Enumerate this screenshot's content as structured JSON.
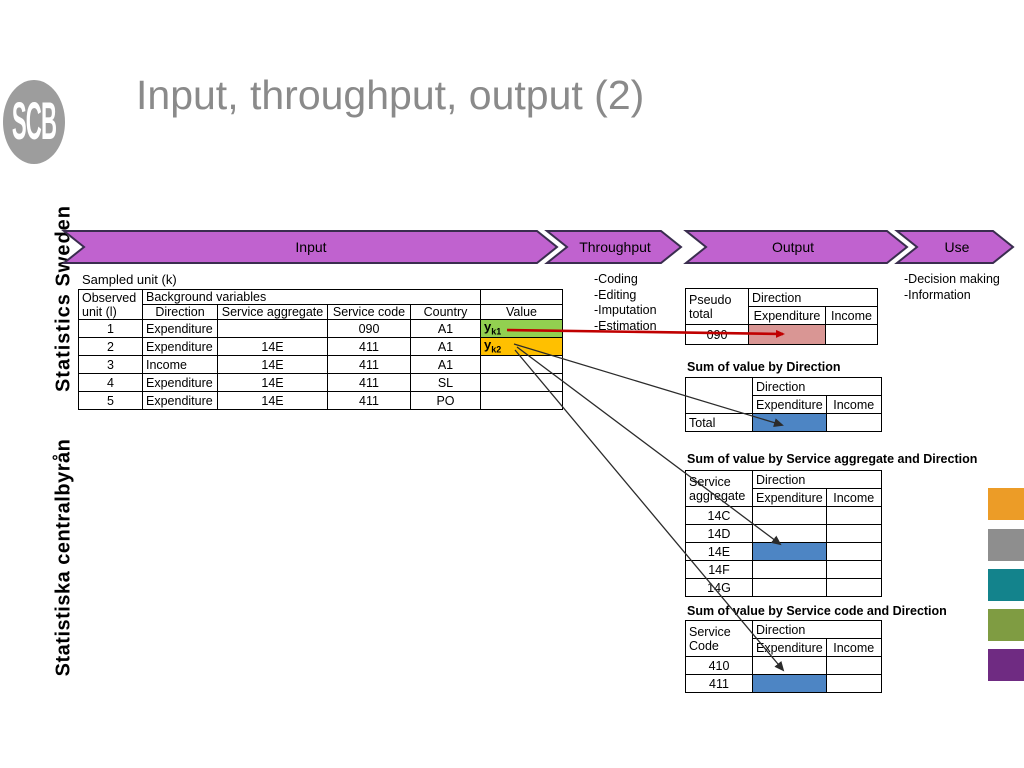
{
  "slide": {
    "title": "Input, throughput, output (2)"
  },
  "logo": {
    "text": "SCB"
  },
  "branding": {
    "vertical_top": "Statistics Sweden",
    "vertical_bottom": "Statistiska centralbyrån"
  },
  "process_flow": {
    "fill": "#c062cf",
    "border": "#3a2d4f",
    "steps": [
      "Input",
      "Throughput",
      "Output",
      "Use"
    ]
  },
  "annotations": {
    "sampled_unit_label": "Sampled unit (k)",
    "throughput_items": [
      "-Coding",
      "-Editing",
      "-Imputation",
      "-Estimation"
    ],
    "use_items": [
      "-Decision making",
      "-Information"
    ]
  },
  "main_table": {
    "header": {
      "observed_unit": [
        "Observed",
        "unit (l)"
      ],
      "background_variables": "Background variables",
      "columns": [
        "Direction",
        "Service aggregate",
        "Service code",
        "Country"
      ],
      "value": "Value"
    },
    "rows": [
      {
        "unit": "1",
        "direction": "Expenditure",
        "aggregate": "",
        "code": "090",
        "country": "A1",
        "value": {
          "base": "y",
          "sub": "k1"
        },
        "value_bg": "#92d050"
      },
      {
        "unit": "2",
        "direction": "Expenditure",
        "aggregate": "14E",
        "code": "411",
        "country": "A1",
        "value": {
          "base": "y",
          "sub": "k2"
        },
        "value_bg": "#ffc000"
      },
      {
        "unit": "3",
        "direction": "Income",
        "aggregate": "14E",
        "code": "411",
        "country": "A1"
      },
      {
        "unit": "4",
        "direction": "Expenditure",
        "aggregate": "14E",
        "code": "411",
        "country": "SL"
      },
      {
        "unit": "5",
        "direction": "Expenditure",
        "aggregate": "14E",
        "code": "411",
        "country": "PO"
      }
    ]
  },
  "pseudo_table": {
    "col1": [
      "Pseudo",
      "total"
    ],
    "direction": "Direction",
    "sub": [
      "Expenditure",
      "Income"
    ],
    "row_label": "090",
    "highlight": "#d99694"
  },
  "sum_direction": {
    "title": "Sum of value by Direction",
    "direction": "Direction",
    "sub": [
      "Expenditure",
      "Income"
    ],
    "row_label": "Total",
    "highlight": "#4d85c4"
  },
  "sum_aggregate": {
    "title": "Sum of value by Service aggregate and Direction",
    "col1": [
      "Service",
      "aggregate"
    ],
    "direction": "Direction",
    "sub": [
      "Expenditure",
      "Income"
    ],
    "rows": [
      "14C",
      "14D",
      "14E",
      "14F",
      "14G"
    ],
    "highlight_row": "14E",
    "highlight": "#4d85c4"
  },
  "sum_code": {
    "title": "Sum of value by Service code and Direction",
    "col1": [
      "Service",
      "Code"
    ],
    "direction": "Direction",
    "sub": [
      "Expenditure",
      "Income"
    ],
    "rows": [
      "410",
      "411"
    ],
    "highlight_row": "411",
    "highlight": "#4d85c4"
  },
  "palette_squares": [
    {
      "name": "orange",
      "color": "#ec9c27"
    },
    {
      "name": "gray",
      "color": "#8e8e8e"
    },
    {
      "name": "teal",
      "color": "#13838c"
    },
    {
      "name": "olive",
      "color": "#7f9c42"
    },
    {
      "name": "purple",
      "color": "#6f2b82"
    }
  ],
  "arrow_colors": {
    "red": "#c00000",
    "black": "#3a3a3a"
  }
}
